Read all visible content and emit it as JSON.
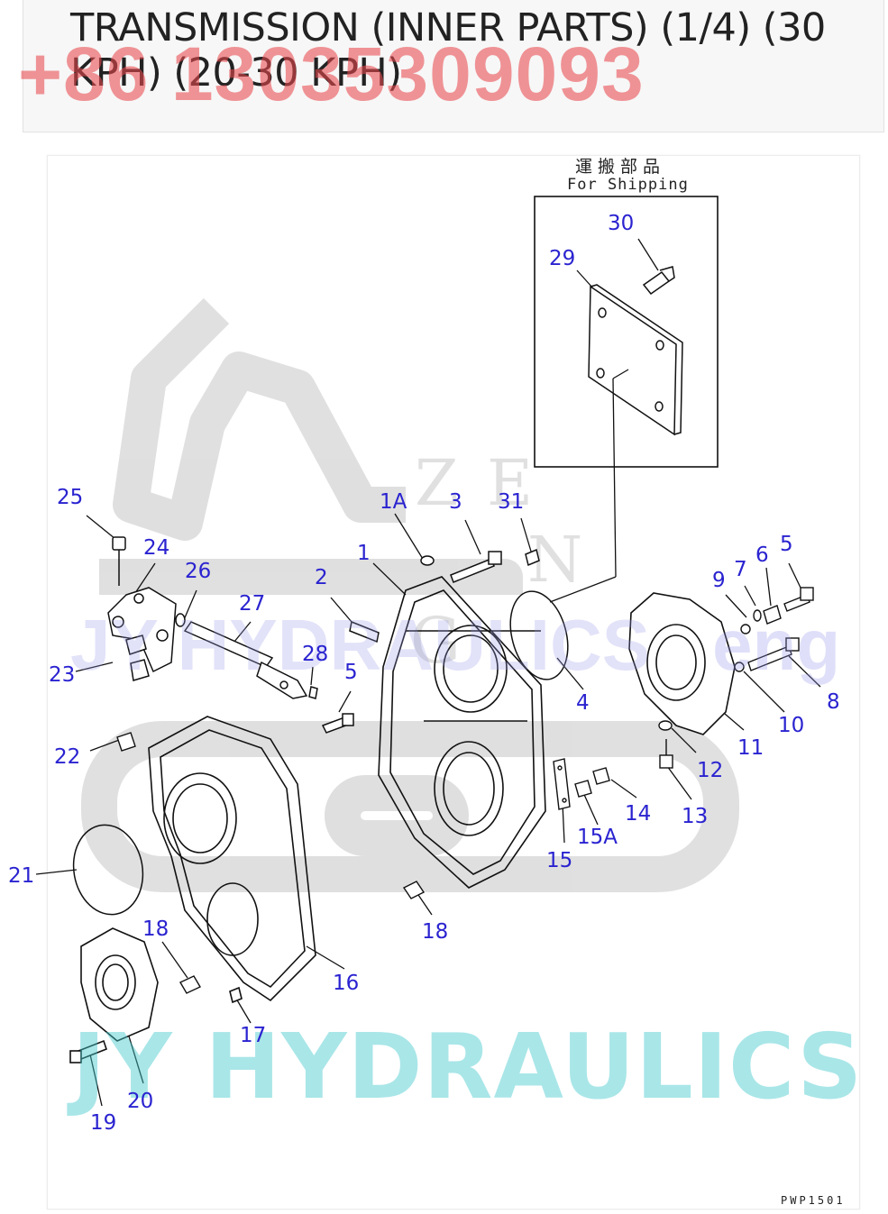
{
  "title": "TRANSMISSION (INNER PARTS) (1/4) (30 KPH) (20-30 KPH)",
  "watermarks": {
    "phone": "+86 13035309093",
    "brand_blue": "JY HYDRAULICS",
    "brand_blue_right": "eng",
    "brand_cyan": "JY HYDRAULICS"
  },
  "diagram": {
    "japanese_label": "運搬部品",
    "shipping_label": "For Shipping",
    "drawing_code": "PWP1501",
    "part_labels": {
      "p30": "30",
      "p29": "29",
      "p25": "25",
      "p24": "24",
      "p26": "26",
      "p27": "27",
      "p23": "23",
      "p1A": "1A",
      "p3": "3",
      "p31": "31",
      "p1": "1",
      "p2": "2",
      "p28": "28",
      "p5a": "5",
      "p4": "4",
      "p9": "9",
      "p7": "7",
      "p6": "6",
      "p5b": "5",
      "p8": "8",
      "p10": "10",
      "p11": "11",
      "p12": "12",
      "p13": "13",
      "p22": "22",
      "p14": "14",
      "p15A": "15A",
      "p15": "15",
      "p21": "21",
      "p18a": "18",
      "p18b": "18",
      "p16": "16",
      "p17": "17",
      "p20": "20",
      "p19": "19"
    }
  },
  "colors": {
    "label": "#2a23d0",
    "phone": "#e8484e",
    "cyan": "#40c8cd"
  }
}
